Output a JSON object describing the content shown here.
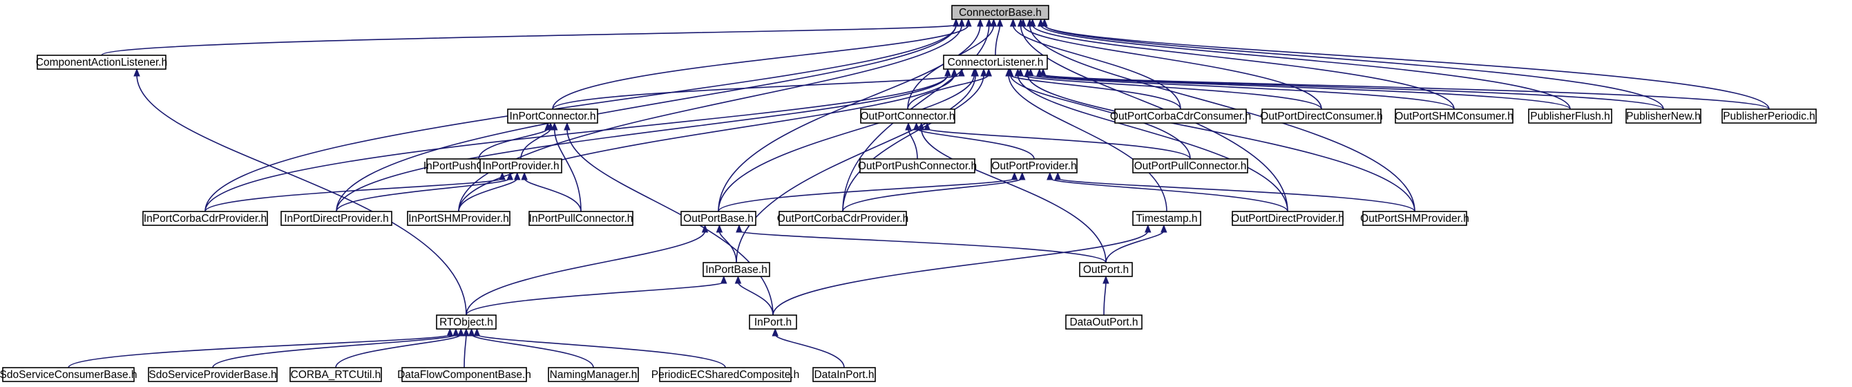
{
  "diagram": {
    "type": "include-dependency-graph",
    "nodes": [
      {
        "id": "connectorbase",
        "label": "ConnectorBase.h",
        "root": true
      },
      {
        "id": "componentactionlistener",
        "label": "ComponentActionListener.h"
      },
      {
        "id": "connectorlistener",
        "label": "ConnectorListener.h"
      },
      {
        "id": "inportconnector",
        "label": "InPortConnector.h"
      },
      {
        "id": "outportconnector",
        "label": "OutPortConnector.h"
      },
      {
        "id": "outportcorbacdrconsumer",
        "label": "OutPortCorbaCdrConsumer.h"
      },
      {
        "id": "outportdirectconsumer",
        "label": "OutPortDirectConsumer.h"
      },
      {
        "id": "outportshmconsumer",
        "label": "OutPortSHMConsumer.h"
      },
      {
        "id": "publisherflush",
        "label": "PublisherFlush.h"
      },
      {
        "id": "publishernew",
        "label": "PublisherNew.h"
      },
      {
        "id": "publisherperiodic",
        "label": "PublisherPeriodic.h"
      },
      {
        "id": "inportpushconnector",
        "label": "InPortPushConnector.h"
      },
      {
        "id": "inportprovider",
        "label": "InPortProvider.h"
      },
      {
        "id": "outportpushconnector",
        "label": "OutPortPushConnector.h"
      },
      {
        "id": "outportprovider",
        "label": "OutPortProvider.h"
      },
      {
        "id": "outportpullconnector",
        "label": "OutPortPullConnector.h"
      },
      {
        "id": "inportcorbacdrprovider",
        "label": "InPortCorbaCdrProvider.h"
      },
      {
        "id": "inportdirectprovider",
        "label": "InPortDirectProvider.h"
      },
      {
        "id": "inportshmprovider",
        "label": "InPortSHMProvider.h"
      },
      {
        "id": "inportpullconnector",
        "label": "InPortPullConnector.h"
      },
      {
        "id": "outportbase",
        "label": "OutPortBase.h"
      },
      {
        "id": "outportcorbacdrprovider",
        "label": "OutPortCorbaCdrProvider.h"
      },
      {
        "id": "timestamp",
        "label": "Timestamp.h"
      },
      {
        "id": "outportdirectprovider",
        "label": "OutPortDirectProvider.h"
      },
      {
        "id": "outportshmprovider",
        "label": "OutPortSHMProvider.h"
      },
      {
        "id": "inportbase",
        "label": "InPortBase.h"
      },
      {
        "id": "outport",
        "label": "OutPort.h"
      },
      {
        "id": "rtobject",
        "label": "RTObject.h"
      },
      {
        "id": "inport",
        "label": "InPort.h"
      },
      {
        "id": "dataoutport",
        "label": "DataOutPort.h"
      },
      {
        "id": "sdoserviceconsumerbase",
        "label": "SdoServiceConsumerBase.h"
      },
      {
        "id": "sdoserviceproviderbase",
        "label": "SdoServiceProviderBase.h"
      },
      {
        "id": "corbartcutil",
        "label": "CORBA_RTCUtil.h"
      },
      {
        "id": "dataflowcomponentbase",
        "label": "DataFlowComponentBase.h"
      },
      {
        "id": "namingmanager",
        "label": "NamingManager.h"
      },
      {
        "id": "periodicecsharedcomposite",
        "label": "PeriodicECSharedComposite.h"
      },
      {
        "id": "datainport",
        "label": "DataInPort.h"
      }
    ],
    "edges": [
      [
        "componentactionlistener",
        "connectorbase"
      ],
      [
        "connectorlistener",
        "connectorbase"
      ],
      [
        "inportconnector",
        "connectorbase"
      ],
      [
        "outportconnector",
        "connectorbase"
      ],
      [
        "outportcorbacdrconsumer",
        "connectorbase"
      ],
      [
        "outportdirectconsumer",
        "connectorbase"
      ],
      [
        "outportshmconsumer",
        "connectorbase"
      ],
      [
        "publisherflush",
        "connectorbase"
      ],
      [
        "publishernew",
        "connectorbase"
      ],
      [
        "publisherperiodic",
        "connectorbase"
      ],
      [
        "inportcorbacdrprovider",
        "connectorbase"
      ],
      [
        "inportdirectprovider",
        "connectorbase"
      ],
      [
        "inportshmprovider",
        "connectorbase"
      ],
      [
        "outportbase",
        "connectorbase"
      ],
      [
        "outportcorbacdrprovider",
        "connectorbase"
      ],
      [
        "outportdirectprovider",
        "connectorbase"
      ],
      [
        "outportshmprovider",
        "connectorbase"
      ],
      [
        "inportconnector",
        "connectorlistener"
      ],
      [
        "outportconnector",
        "connectorlistener"
      ],
      [
        "outportcorbacdrconsumer",
        "connectorlistener"
      ],
      [
        "outportdirectconsumer",
        "connectorlistener"
      ],
      [
        "outportshmconsumer",
        "connectorlistener"
      ],
      [
        "publisherflush",
        "connectorlistener"
      ],
      [
        "publishernew",
        "connectorlistener"
      ],
      [
        "publisherperiodic",
        "connectorlistener"
      ],
      [
        "inportcorbacdrprovider",
        "connectorlistener"
      ],
      [
        "inportdirectprovider",
        "connectorlistener"
      ],
      [
        "inportshmprovider",
        "connectorlistener"
      ],
      [
        "outportbase",
        "connectorlistener"
      ],
      [
        "outportcorbacdrprovider",
        "connectorlistener"
      ],
      [
        "outportdirectprovider",
        "connectorlistener"
      ],
      [
        "outportshmprovider",
        "connectorlistener"
      ],
      [
        "outportpullconnector",
        "connectorlistener"
      ],
      [
        "inportbase",
        "connectorlistener"
      ],
      [
        "timestamp",
        "connectorlistener"
      ],
      [
        "inportpushconnector",
        "inportconnector"
      ],
      [
        "inportprovider",
        "inportconnector"
      ],
      [
        "inportpullconnector",
        "inportconnector"
      ],
      [
        "inport",
        "inportconnector"
      ],
      [
        "outportpushconnector",
        "outportconnector"
      ],
      [
        "outportprovider",
        "outportconnector"
      ],
      [
        "outportpullconnector",
        "outportconnector"
      ],
      [
        "outport",
        "outportconnector"
      ],
      [
        "inportcorbacdrprovider",
        "inportprovider"
      ],
      [
        "inportdirectprovider",
        "inportprovider"
      ],
      [
        "inportshmprovider",
        "inportprovider"
      ],
      [
        "inportpullconnector",
        "inportprovider"
      ],
      [
        "outportbase",
        "outportprovider"
      ],
      [
        "outportcorbacdrprovider",
        "outportprovider"
      ],
      [
        "outportdirectprovider",
        "outportprovider"
      ],
      [
        "outportshmprovider",
        "outportprovider"
      ],
      [
        "rtobject",
        "componentactionlistener"
      ],
      [
        "inportbase",
        "outportbase"
      ],
      [
        "outport",
        "outportbase"
      ],
      [
        "rtobject",
        "outportbase"
      ],
      [
        "rtobject",
        "inportbase"
      ],
      [
        "inport",
        "inportbase"
      ],
      [
        "outport",
        "timestamp"
      ],
      [
        "inport",
        "timestamp"
      ],
      [
        "dataoutport",
        "outport"
      ],
      [
        "datainport",
        "inport"
      ],
      [
        "sdoserviceconsumerbase",
        "rtobject"
      ],
      [
        "sdoserviceproviderbase",
        "rtobject"
      ],
      [
        "corbartcutil",
        "rtobject"
      ],
      [
        "dataflowcomponentbase",
        "rtobject"
      ],
      [
        "namingmanager",
        "rtobject"
      ],
      [
        "periodicecsharedcomposite",
        "rtobject"
      ]
    ]
  }
}
